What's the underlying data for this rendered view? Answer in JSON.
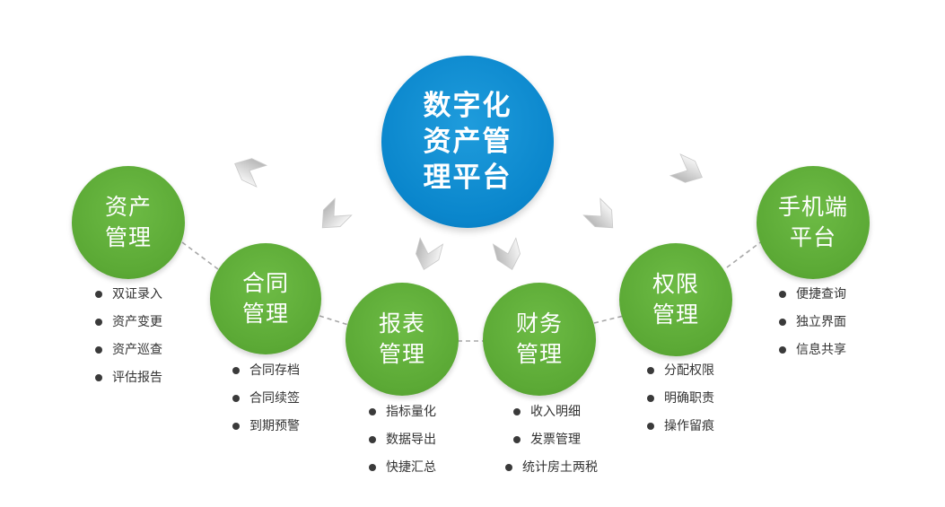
{
  "center": {
    "lines": [
      "数字化",
      "资产管",
      "理平台"
    ],
    "color": "#0a86cc"
  },
  "node_color": "#5ba935",
  "nodes": [
    {
      "id": "asset",
      "lines": [
        "资产",
        "管理"
      ],
      "items": [
        "双证录入",
        "资产变更",
        "资产巡查",
        "评估报告"
      ]
    },
    {
      "id": "contract",
      "lines": [
        "合同",
        "管理"
      ],
      "items": [
        "合同存档",
        "合同续签",
        "到期预警"
      ]
    },
    {
      "id": "report",
      "lines": [
        "报表",
        "管理"
      ],
      "items": [
        "指标量化",
        "数据导出",
        "快捷汇总"
      ]
    },
    {
      "id": "finance",
      "lines": [
        "财务",
        "管理"
      ],
      "items": [
        "收入明细",
        "发票管理",
        "统计房土两税"
      ]
    },
    {
      "id": "permission",
      "lines": [
        "权限",
        "管理"
      ],
      "items": [
        "分配权限",
        "明确职责",
        "操作留痕"
      ]
    },
    {
      "id": "mobile",
      "lines": [
        "手机端",
        "平台"
      ],
      "items": [
        "便捷查询",
        "独立界面",
        "信息共享"
      ]
    }
  ]
}
